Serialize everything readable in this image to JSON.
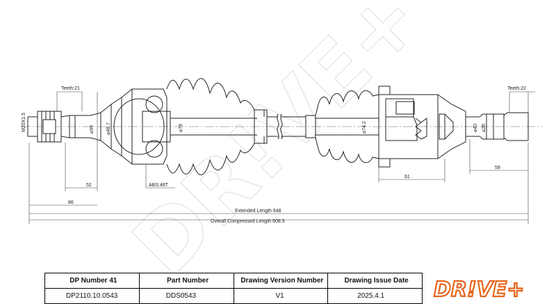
{
  "drawing": {
    "teeth_left": "Teeth:21",
    "teeth_right": "Teeth:22",
    "thread_left": "M20X1.5",
    "dia_99": "⌀99",
    "dia_48_7": "⌀48.7",
    "dia_79": "⌀79",
    "dia_74_2": "⌀74.2",
    "dia_40": "⌀40",
    "dia_26": "⌀26",
    "abs": "ABS:48T",
    "dim_52": "52",
    "dim_86": "86",
    "dim_61": "61",
    "dim_59": "59",
    "extended_length": "Extended  Length  648",
    "compressed_length": "Overall  Compressed  Length  608.5",
    "watermark": "DR!VE+"
  },
  "title_block": {
    "headers": [
      "DP Number 41",
      "Part Number",
      "Drawing Version Number",
      "Drawing Issue Date"
    ],
    "values": [
      "DP2110.10.0543",
      "DDS0543",
      "V1",
      "2025.4.1"
    ]
  },
  "logo": {
    "text": "DR!VE+",
    "color": "#e8641b"
  }
}
